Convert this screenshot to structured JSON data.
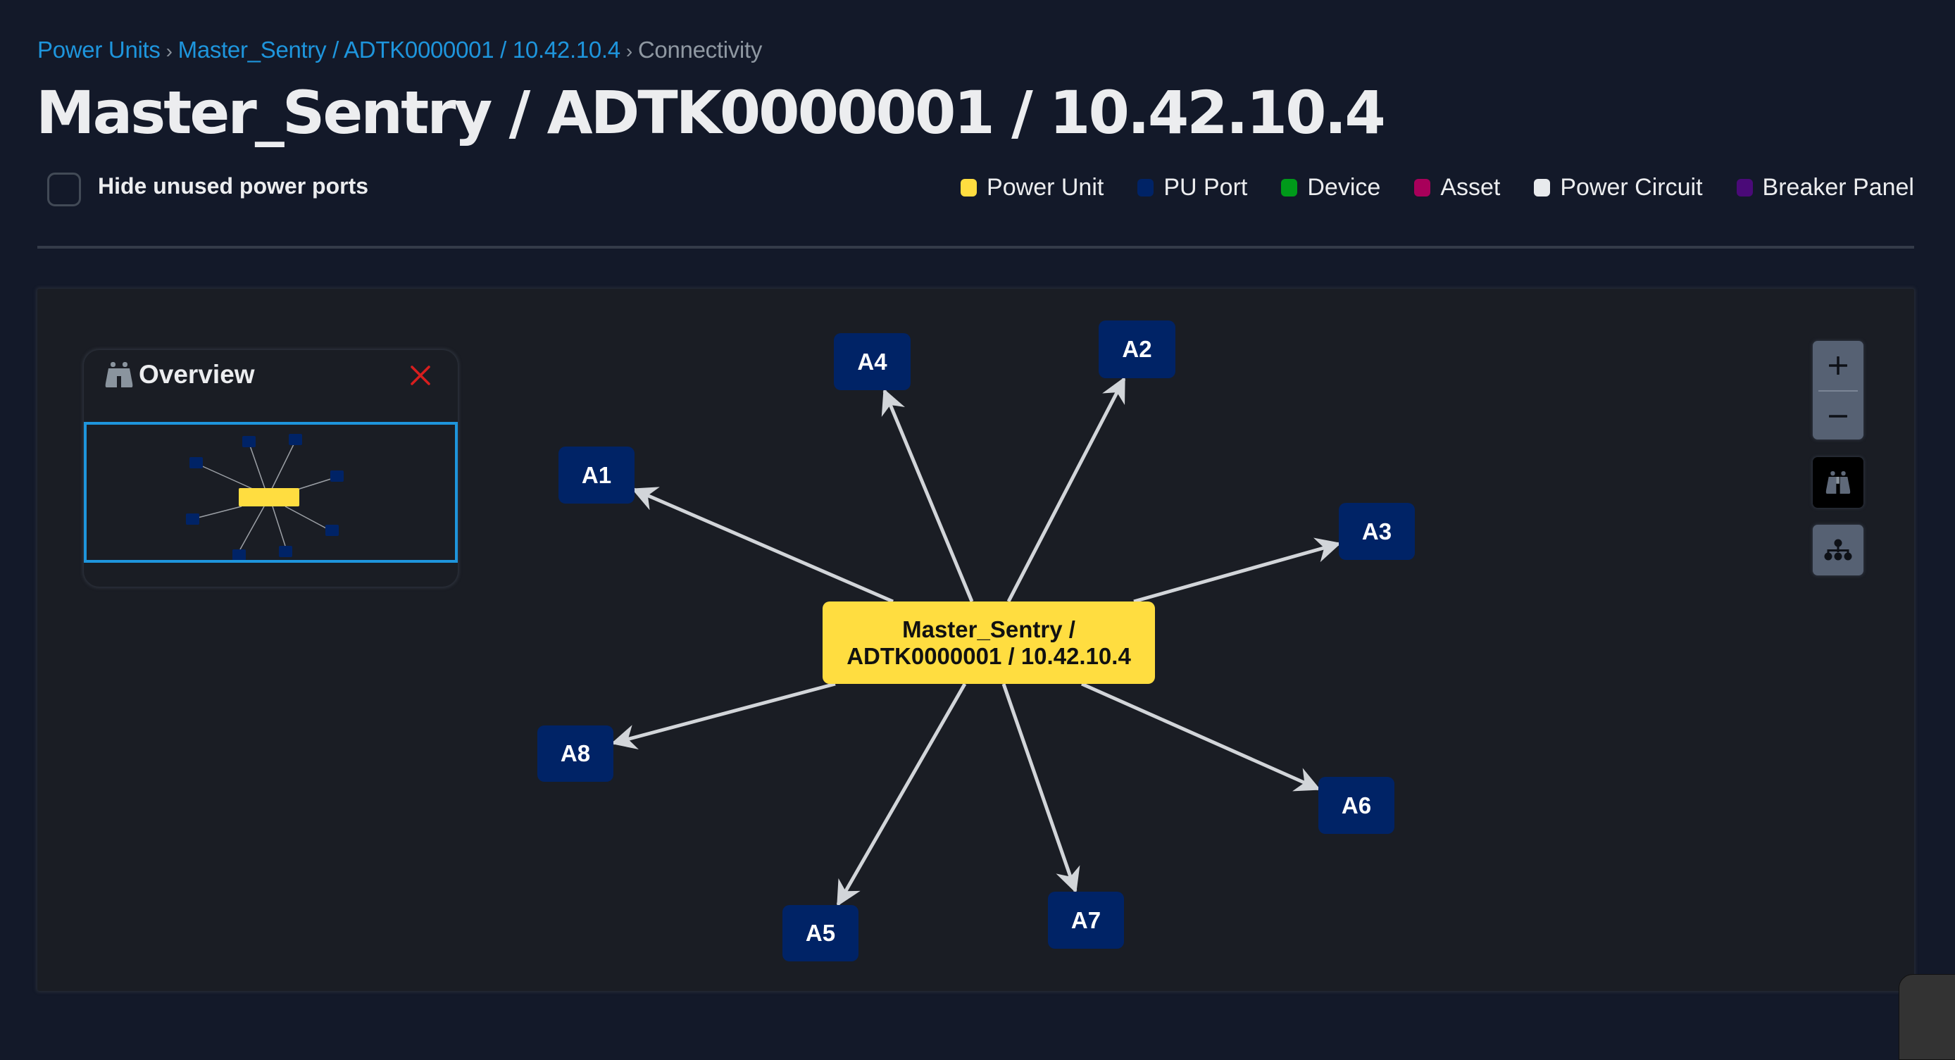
{
  "breadcrumb": {
    "items": [
      {
        "label": "Power Units",
        "link": true
      },
      {
        "label": "Master_Sentry / ADTK0000001 / 10.42.10.4",
        "link": true
      },
      {
        "label": "Connectivity",
        "link": false
      }
    ],
    "separator": "›"
  },
  "page": {
    "title": "Master_Sentry / ADTK0000001 / 10.42.10.4"
  },
  "options": {
    "hide_unused_label": "Hide unused power ports",
    "hide_unused_checked": false
  },
  "legend": [
    {
      "label": "Power Unit",
      "color": "#FFDD40"
    },
    {
      "label": "PU Port",
      "color": "#002366"
    },
    {
      "label": "Device",
      "color": "#009A1A"
    },
    {
      "label": "Asset",
      "color": "#A8005A"
    },
    {
      "label": "Power Circuit",
      "color": "#E8EAED"
    },
    {
      "label": "Breaker Panel",
      "color": "#4A0A78"
    }
  ],
  "overview": {
    "title": "Overview",
    "icon": "binoculars-icon",
    "close_icon": "close-icon",
    "close_color": "#D81E1E"
  },
  "graph": {
    "center": {
      "line1": "Master_Sentry /",
      "line2": "ADTK0000001 / 10.42.10.4",
      "type": "Power Unit"
    },
    "ports": [
      {
        "label": "A1",
        "type": "PU Port"
      },
      {
        "label": "A2",
        "type": "PU Port"
      },
      {
        "label": "A3",
        "type": "PU Port"
      },
      {
        "label": "A4",
        "type": "PU Port"
      },
      {
        "label": "A5",
        "type": "PU Port"
      },
      {
        "label": "A6",
        "type": "PU Port"
      },
      {
        "label": "A7",
        "type": "PU Port"
      },
      {
        "label": "A8",
        "type": "PU Port"
      }
    ],
    "edge_color": "#D2D5D9"
  },
  "controls": {
    "zoom_in": "+",
    "zoom_out": "−",
    "overview_toggle_icon": "binoculars-icon",
    "layout_icon": "hierarchy-icon"
  }
}
